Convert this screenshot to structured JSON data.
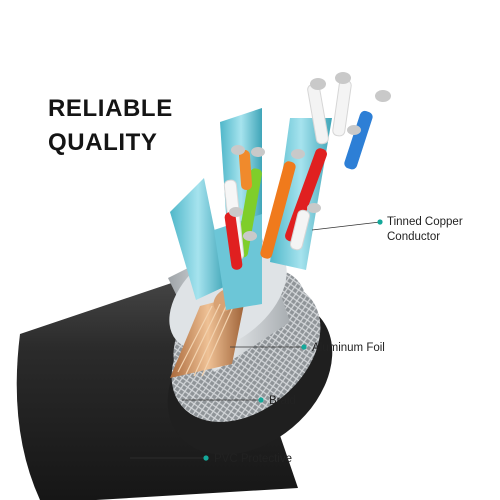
{
  "headline": {
    "line1": "RELIABLE",
    "line2": "QUALITY"
  },
  "callouts": {
    "conductor": {
      "line1": "Tinned Copper",
      "line2": "Conductor"
    },
    "foil": {
      "label": "Aluminum Foil"
    },
    "braid": {
      "label": "Braid"
    },
    "jacket": {
      "label": "PVC Protective"
    }
  },
  "colors": {
    "background": "#ffffff",
    "headline_text": "#141414",
    "callout_dot": "#14a89a",
    "jacket": "#2a2a2a",
    "foil_shield": "#cfd3d6",
    "pair_shield": "#7ccfde",
    "wire_colors": [
      "#f07a1c",
      "#e02020",
      "#7fce2a",
      "#2d7fd6",
      "#f6f6f6",
      "#2a2a2a",
      "#f08a2c",
      "#f3f3f3"
    ]
  }
}
